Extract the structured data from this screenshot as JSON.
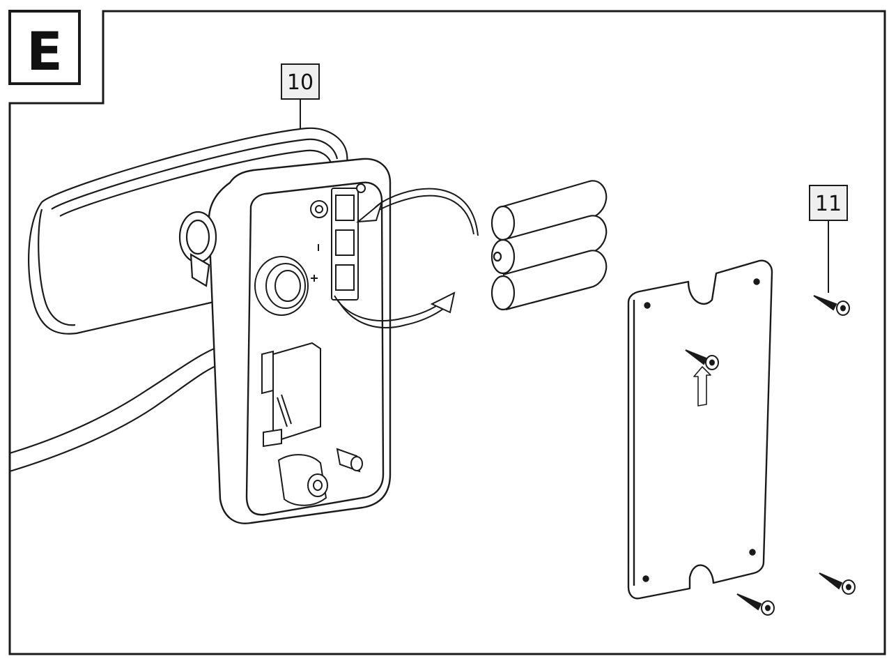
{
  "figure": {
    "panel_label": "E",
    "callouts": [
      {
        "id": "10",
        "text": "10"
      },
      {
        "id": "11",
        "text": "11"
      }
    ],
    "colors": {
      "stroke": "#1a1a1a",
      "background": "#ffffff",
      "callout_fill": "#efefef"
    }
  }
}
